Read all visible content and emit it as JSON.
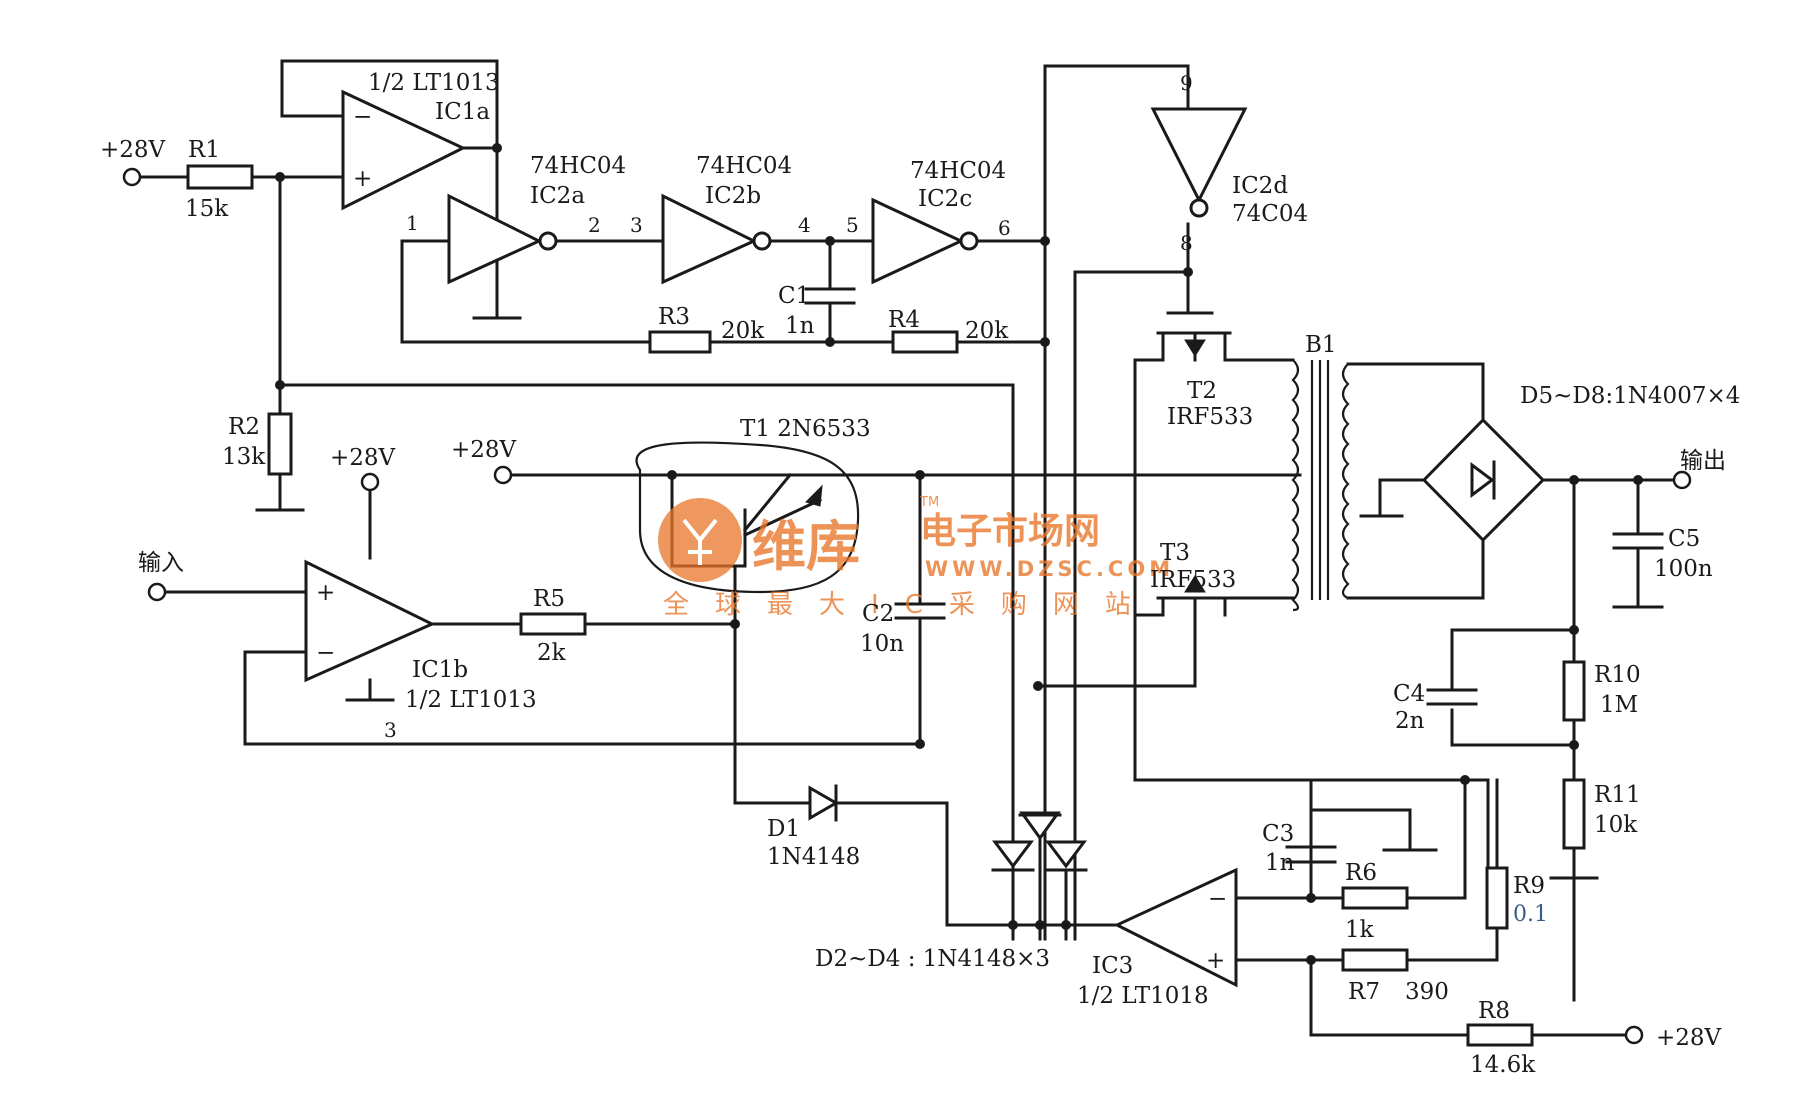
{
  "labels": {
    "v28_top": "+28V",
    "r1": "R1",
    "r1_val": "15k",
    "ic1a_part": "1/2 LT1013",
    "ic1a": "IC1a",
    "ic2a_part": "74HC04",
    "ic2a": "IC2a",
    "ic2b_part": "74HC04",
    "ic2b": "IC2b",
    "ic2c_part": "74HC04",
    "ic2c": "IC2c",
    "pin1": "1",
    "pin2": "2",
    "pin3": "3",
    "pin4": "4",
    "pin5": "5",
    "pin6": "6",
    "pin8": "8",
    "pin9": "9",
    "c1": "C1",
    "c1_val": "1n",
    "r3": "R3",
    "r3_val": "20k",
    "r4": "R4",
    "r4_val": "20k",
    "ic2d": "IC2d",
    "ic2d_part": "74C04",
    "t2": "T2",
    "t2_part": "IRF533",
    "b1": "B1",
    "d5_d8": "D5~D8:1N4007×4",
    "output": "输出",
    "r2": "R2",
    "r2_val": "13k",
    "v28_ic1b": "+28V",
    "v28_t1": "+28V",
    "t1": "T1  2N6533",
    "input": "输入",
    "r5": "R5",
    "r5_val": "2k",
    "c2": "C2",
    "c2_val": "10n",
    "t3": "T3",
    "t3_part": "IRF533",
    "c5": "C5",
    "c5_val": "100n",
    "ic1b": "IC1b",
    "ic1b_part": "1/2 LT1013",
    "pin3_ic1b": "3",
    "r10": "R10",
    "r10_val": "1M",
    "c4": "C4",
    "c4_val": "2n",
    "r11": "R11",
    "r11_val": "10k",
    "d1": "D1",
    "d1_part": "1N4148",
    "c3": "C3",
    "c3_val": "1n",
    "r6": "R6",
    "r6_val": "1k",
    "r9": "R9",
    "r9_val": "0.1",
    "d2_d4": "D2~D4 : 1N4148×3",
    "ic3": "IC3",
    "ic3_part": "1/2 LT1018",
    "r7": "R7",
    "r7_val": "390",
    "r8": "R8",
    "r8_val": "14.6k",
    "v28_r8": "+28V"
  },
  "watermark": {
    "brand": "维库",
    "tagline": "电子市场网",
    "url": "WWW.DZSC.COM",
    "slogan": "全球最大IC采购网站",
    "tm": "TM"
  },
  "colors": {
    "ink": "#1a1a1a",
    "watermark": "#e8762a",
    "blue_label": "#3b5b8c"
  }
}
